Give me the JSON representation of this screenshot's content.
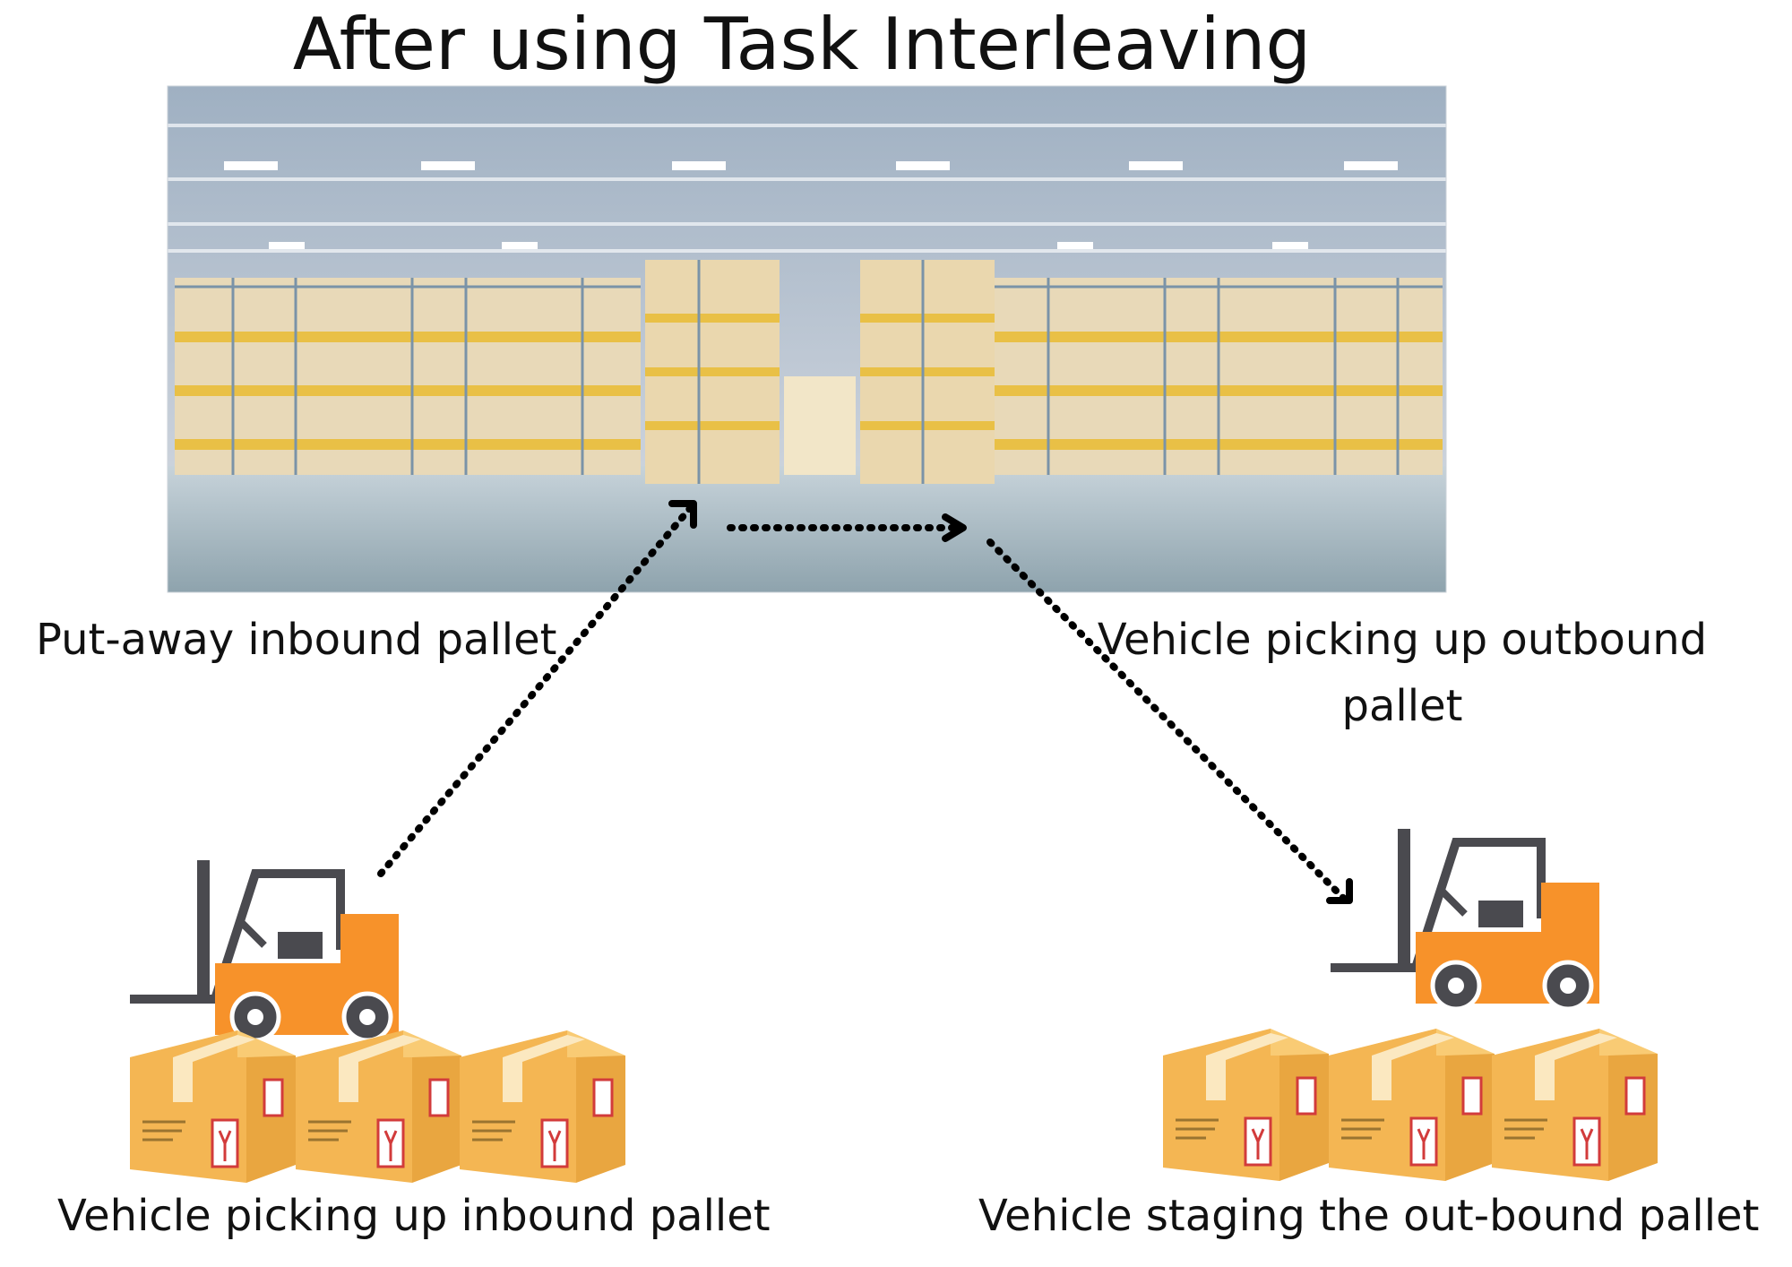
{
  "title": "After using Task Interleaving",
  "labels": {
    "putaway": "Put-away inbound pallet",
    "outbound_pickup": "Vehicle picking up outbound pallet",
    "inbound_pickup": "Vehicle picking up inbound pallet",
    "staging": "Vehicle  staging the out-bound pallet"
  },
  "colors": {
    "forklift_body": "#f7922a",
    "forklift_frame": "#4a4a4f",
    "box": "#f4b653",
    "arrow": "#000000"
  }
}
